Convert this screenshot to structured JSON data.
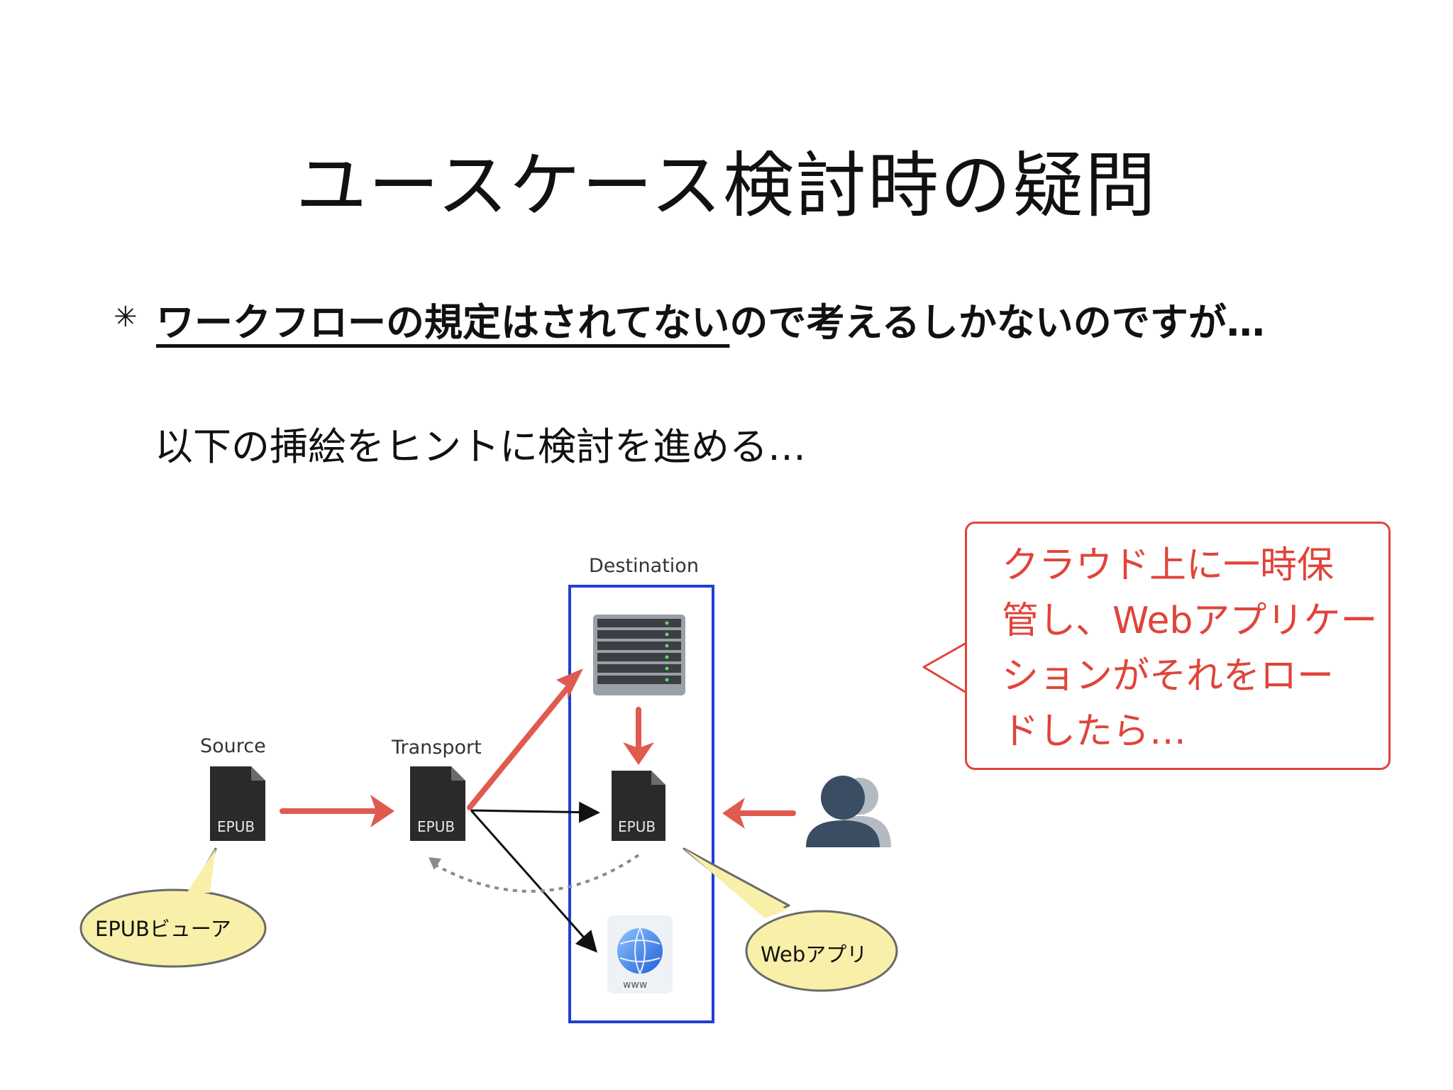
{
  "slide": {
    "title": "ユースケース検討時の疑問",
    "bullet": {
      "marker": "✳",
      "underlined": "ワークフローの規定はされてない",
      "rest": "ので考えるしかないのですが…"
    },
    "hint": "以下の挿絵をヒントに検討を進める…"
  },
  "diagram": {
    "labels": {
      "source": "Source",
      "transport": "Transport",
      "destination": "Destination",
      "epub": "EPUB",
      "www": "www"
    },
    "callouts": {
      "epub_viewer": "EPUBビューア",
      "web_app": "Webアプリ"
    },
    "note": {
      "lines": [
        "クラウド上に一時保",
        "管し、Webアプリケー",
        "ションがそれをロー",
        "ドしたら…"
      ]
    },
    "colors": {
      "red_arrow": "#e05a50",
      "note_red": "#e0443a",
      "destination_frame": "#1f3fd4",
      "callout_fill": "#f8f0a8",
      "person": "#3a4d63"
    }
  }
}
